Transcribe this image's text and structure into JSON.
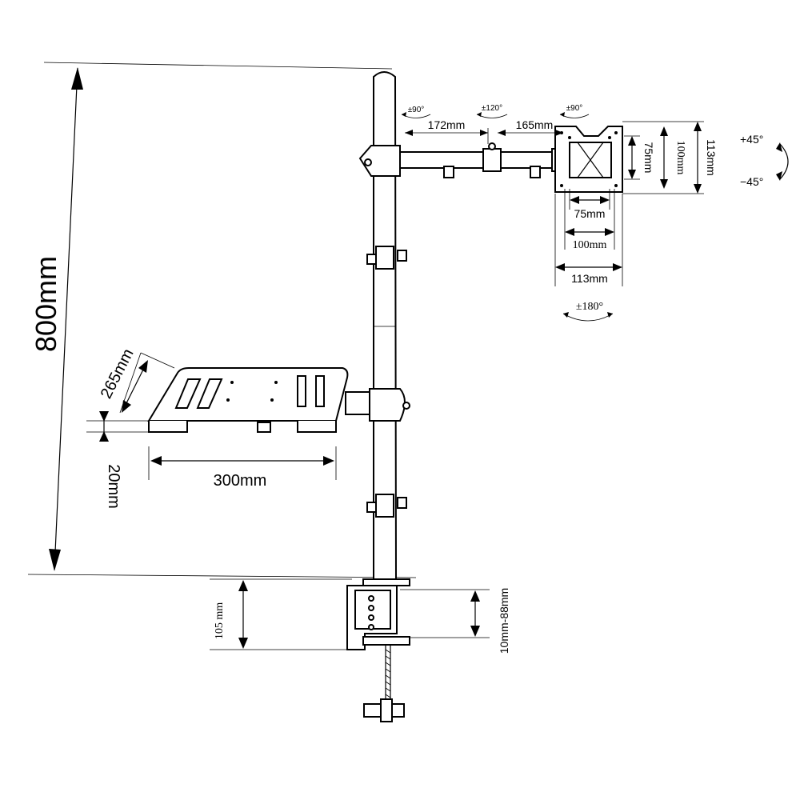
{
  "dimensions": {
    "height_total": "800mm",
    "shelf_depth": "265mm",
    "shelf_width": "300mm",
    "shelf_thickness": "20mm",
    "clamp_height": "105 mm",
    "clamp_range": "10mm-88mm",
    "arm_segment_1": "172mm",
    "arm_segment_2": "165mm",
    "vesa_75_h": "75mm",
    "vesa_100_h": "100mm",
    "plate_h": "113mm",
    "vesa_75_w": "75mm",
    "vesa_100_w": "100mm",
    "plate_w": "113mm"
  },
  "rotation": {
    "joint_1": "±90°",
    "joint_2": "±120°",
    "joint_3": "±90°",
    "tilt_up": "+45°",
    "tilt_down": "−45°",
    "swivel": "±180°"
  }
}
